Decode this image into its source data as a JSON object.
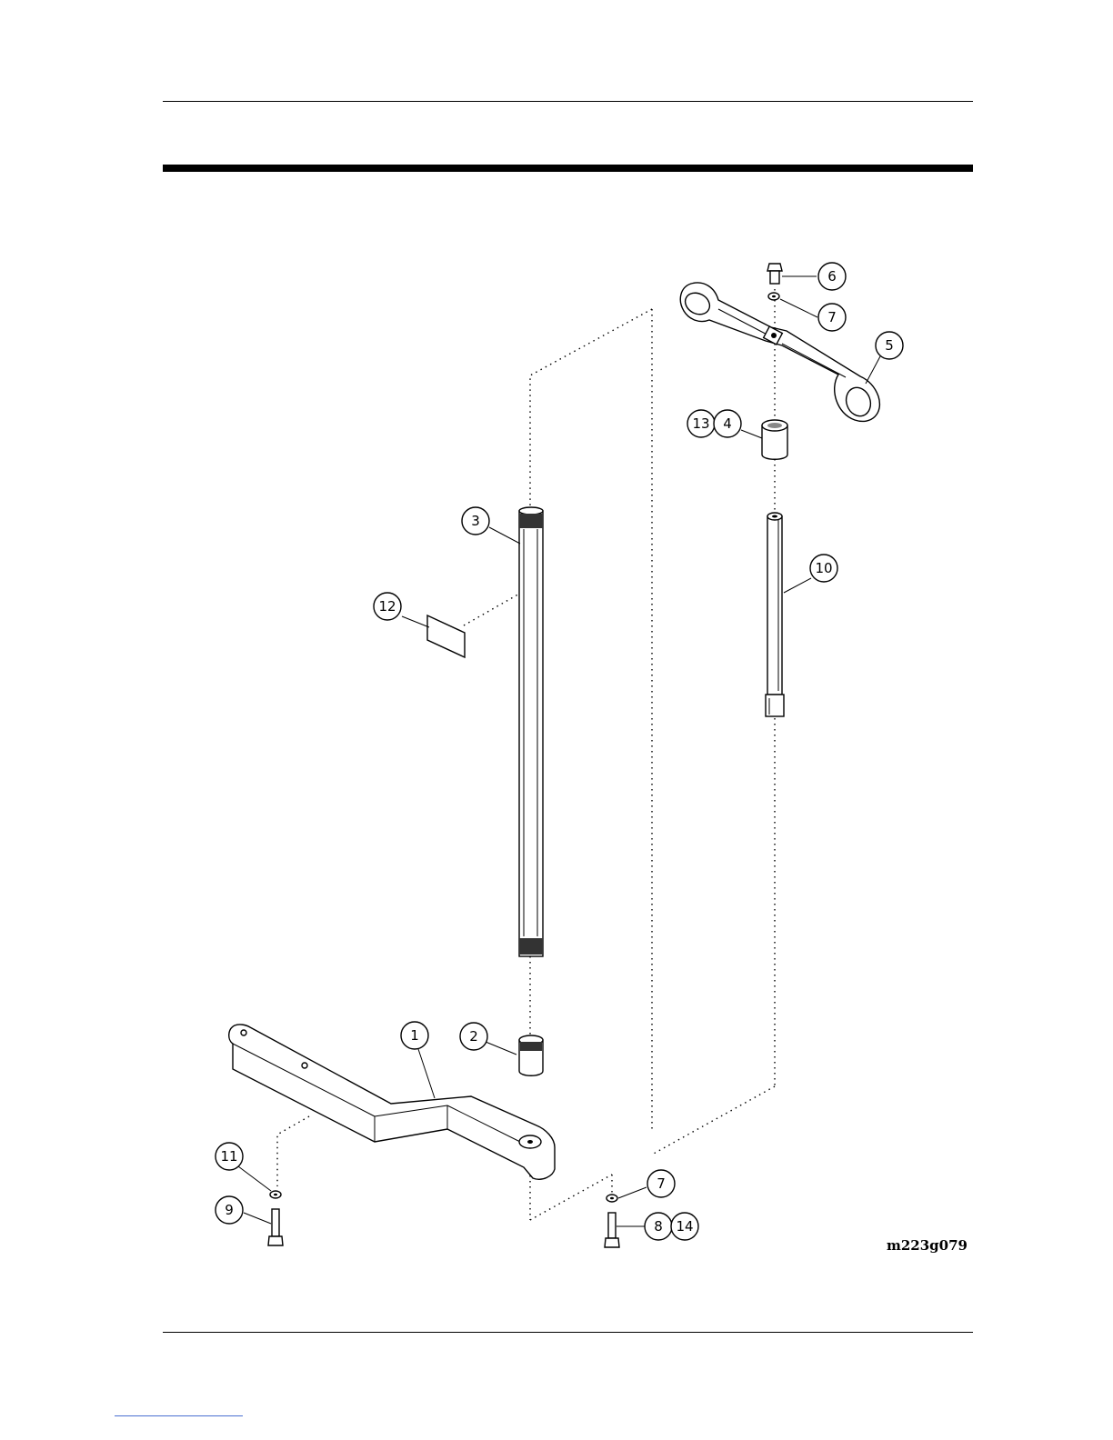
{
  "figure": {
    "code": "m223g079",
    "callouts": [
      {
        "id": "c1",
        "label": "1"
      },
      {
        "id": "c2",
        "label": "2"
      },
      {
        "id": "c3",
        "label": "3"
      },
      {
        "id": "c13",
        "label": "13"
      },
      {
        "id": "c4",
        "label": "4"
      },
      {
        "id": "c5",
        "label": "5"
      },
      {
        "id": "c6",
        "label": "6"
      },
      {
        "id": "c7a",
        "label": "7"
      },
      {
        "id": "c7b",
        "label": "7"
      },
      {
        "id": "c8",
        "label": "8"
      },
      {
        "id": "c14",
        "label": "14"
      },
      {
        "id": "c9",
        "label": "9"
      },
      {
        "id": "c10",
        "label": "10"
      },
      {
        "id": "c11",
        "label": "11"
      },
      {
        "id": "c12",
        "label": "12"
      }
    ]
  },
  "colors": {
    "ink": "#000000",
    "link_underline": "#4a6fd1"
  }
}
